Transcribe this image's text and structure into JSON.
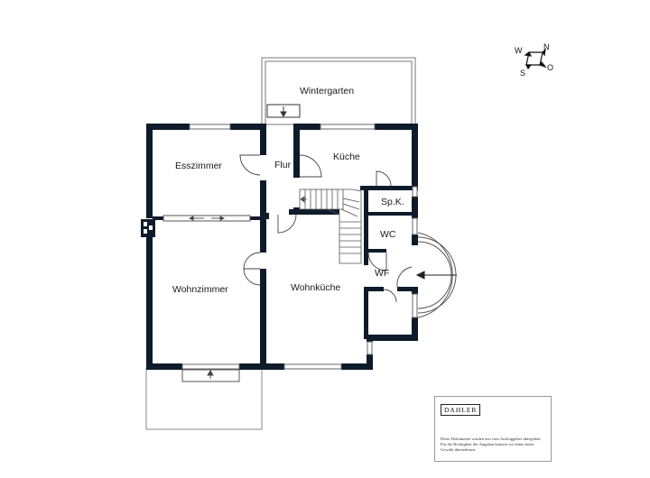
{
  "rooms": {
    "wintergarten": "Wintergarten",
    "esszimmer": "Esszimmer",
    "flur": "Flur",
    "kueche": "Küche",
    "spk": "Sp.K.",
    "wc": "WC",
    "wf": "WF",
    "wohnzimmer": "Wohnzimmer",
    "wohnkueche": "Wohnküche"
  },
  "compass": {
    "n": "N",
    "w": "W",
    "s": "S",
    "o": "O"
  },
  "legal": {
    "logo": "DAHLER",
    "text": "Diese Dokumente wurden uns vom Auftraggeber übergeben. Für die Richtigkeit der Angaben können wir daher keine Gewähr übernehmen."
  },
  "colors": {
    "wall": "#0d1b2a",
    "line": "#555555",
    "frame": "#9a9a9a"
  }
}
